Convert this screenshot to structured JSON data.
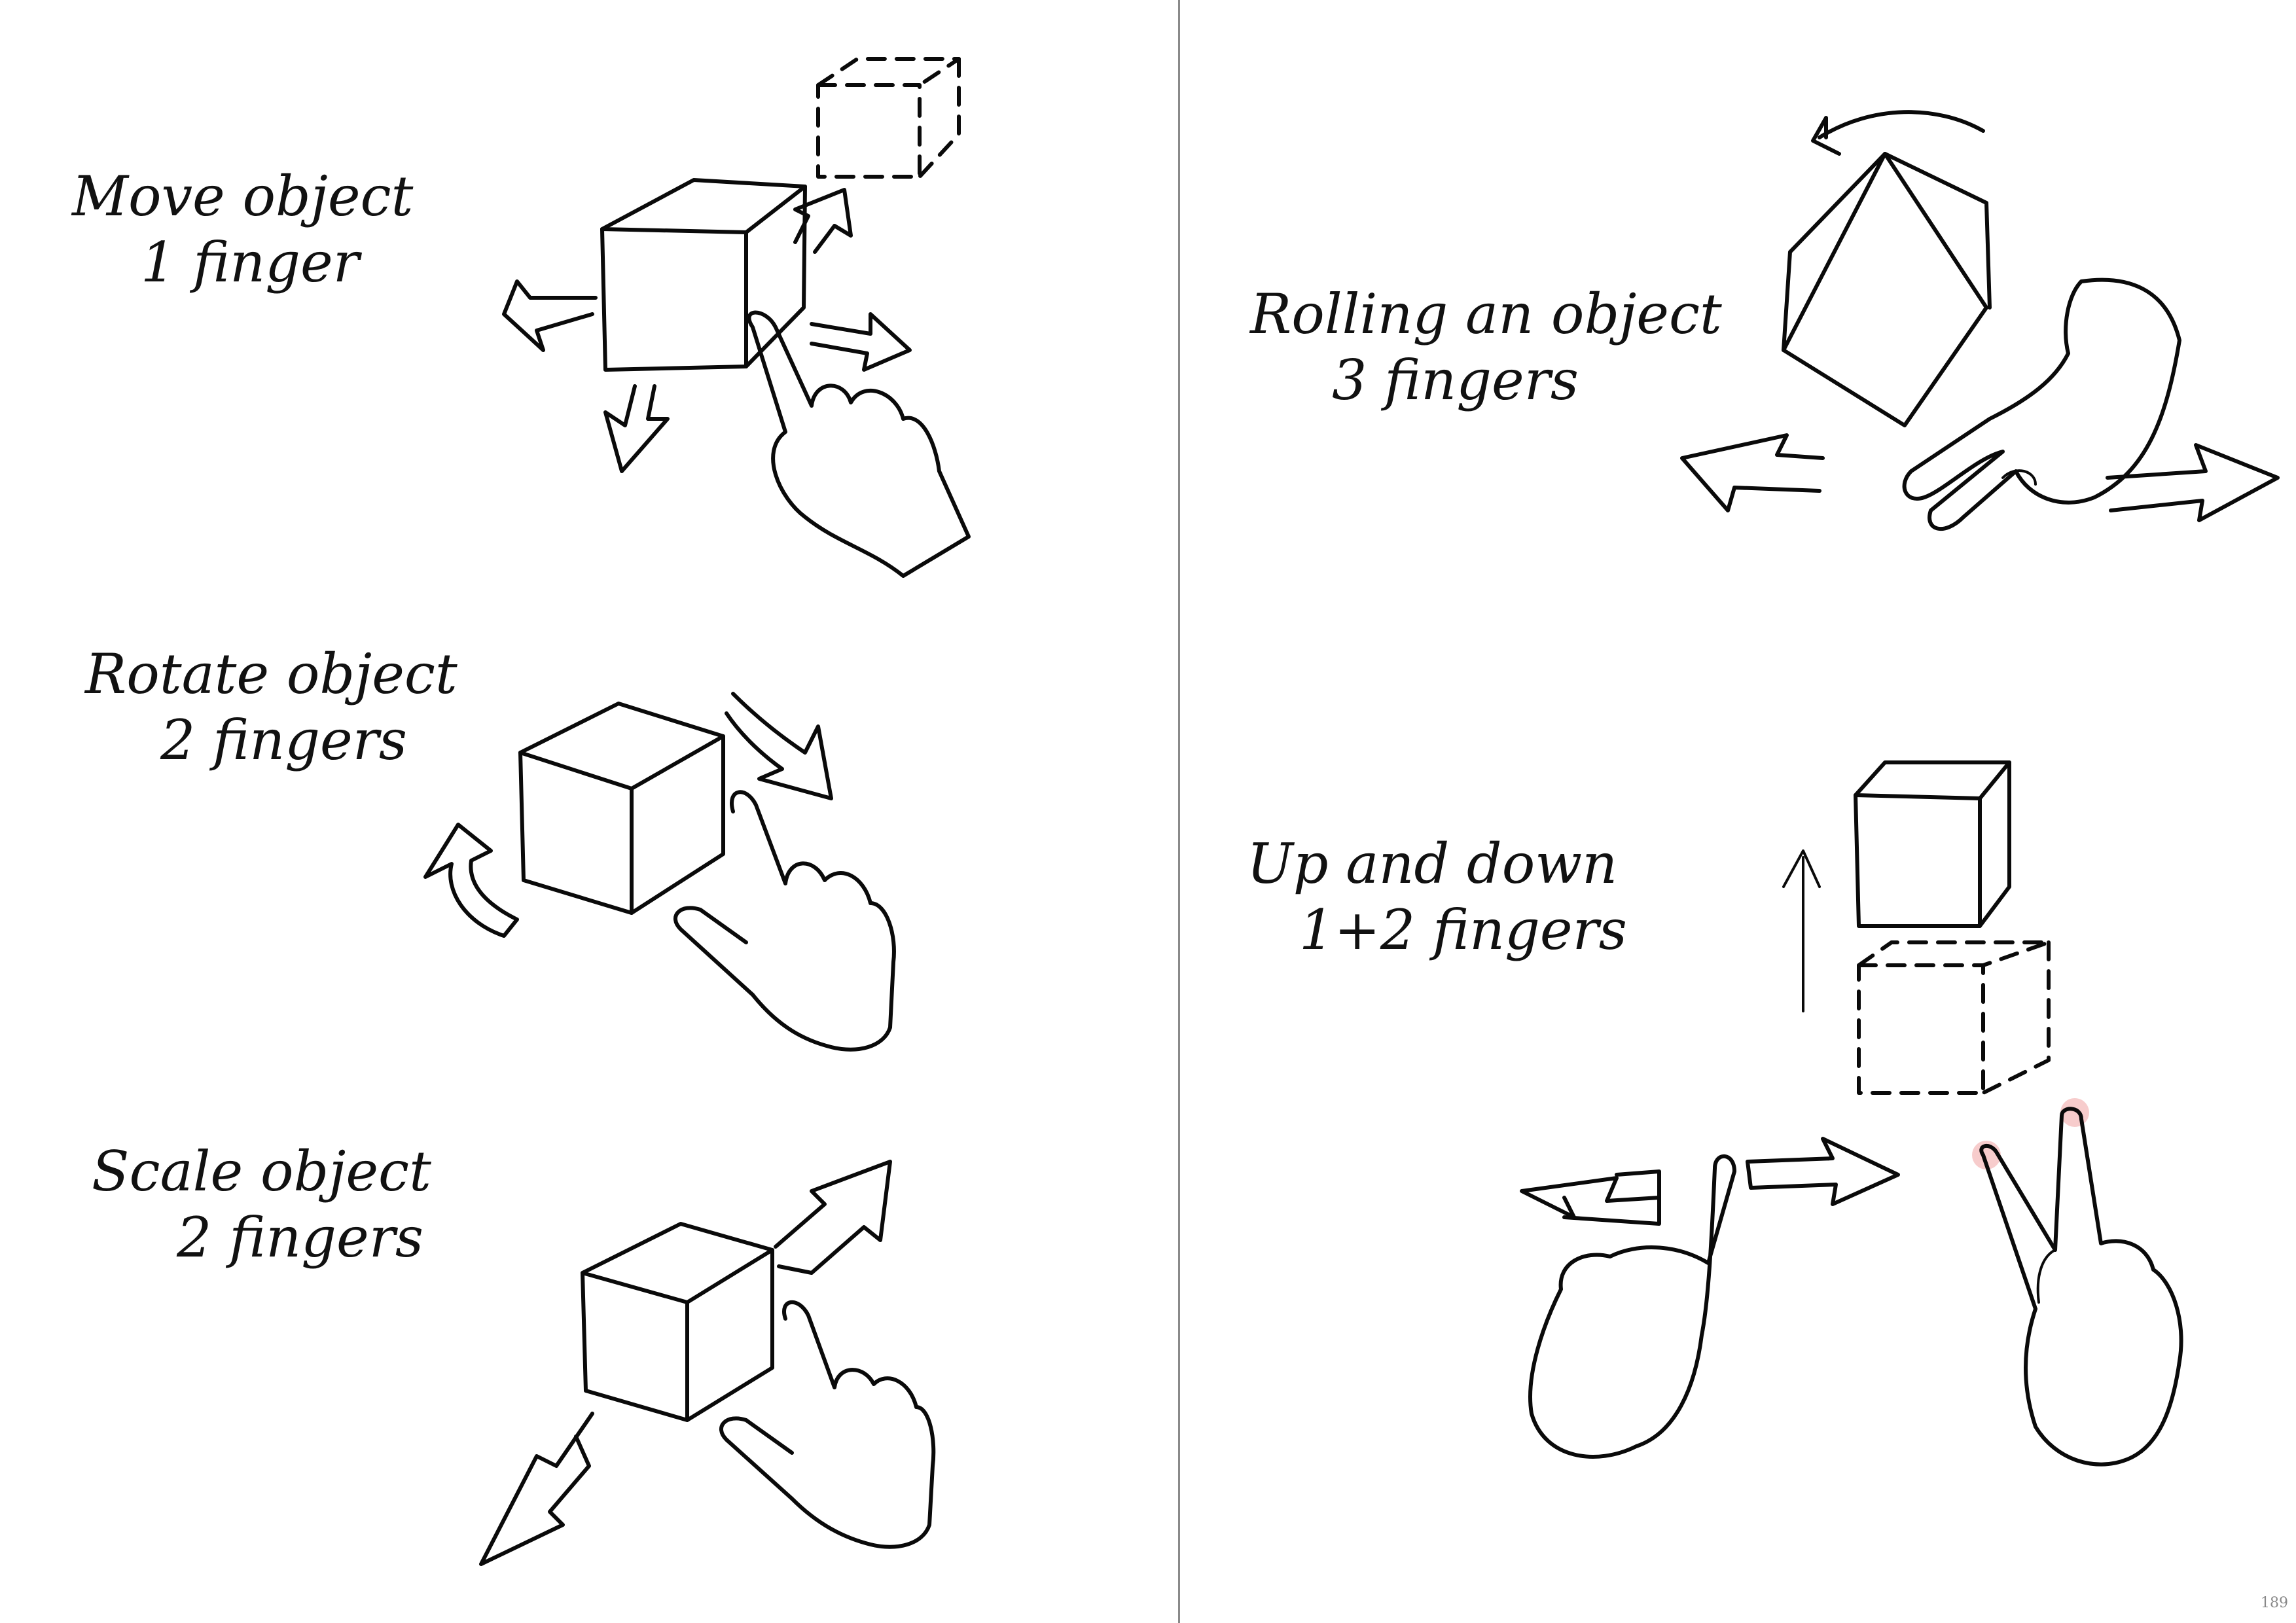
{
  "panels": {
    "move": {
      "title": "Move object",
      "fingers": "1 finger"
    },
    "rotate": {
      "title": "Rotate object",
      "fingers": "2 fingers"
    },
    "scale": {
      "title": "Scale object",
      "fingers": "2 fingers"
    },
    "roll": {
      "title": "Rolling an object",
      "fingers": "3 fingers"
    },
    "updown": {
      "title": "Up and down",
      "fingers": "1+2 fingers"
    }
  },
  "page_number": "189",
  "colors": {
    "ink": "#0a0a0a",
    "background": "#ffffff",
    "divider": "#8a8a8a",
    "fingertip_glow": "#f4b6b6"
  },
  "icons": [
    "cube-icon",
    "dashed-cube-icon",
    "hand-pointing-icon",
    "hand-two-fingers-icon",
    "arrow-icon"
  ]
}
